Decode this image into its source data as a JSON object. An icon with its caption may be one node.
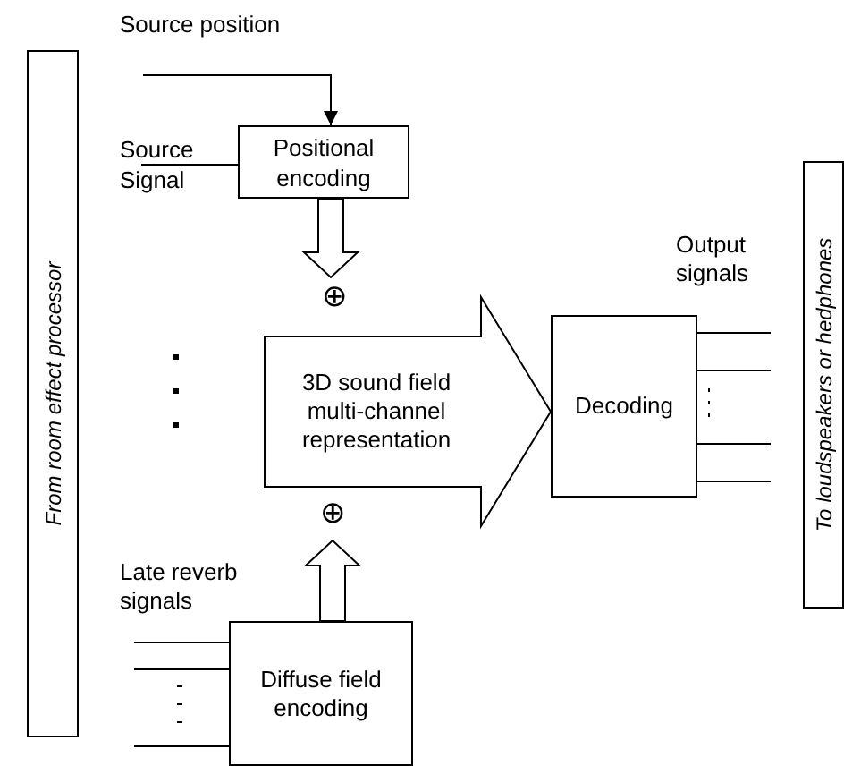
{
  "diagram": {
    "nodes": [
      {
        "text": [
          "From room effect processor"
        ]
      },
      {
        "text": [
          "To loudspeakers or hedphones"
        ]
      },
      {
        "text": [
          "Positional encoding"
        ]
      },
      {
        "text": [
          "⊕"
        ]
      },
      {
        "text": [
          "3D sound field multi-channel representation"
        ]
      },
      {
        "text": [
          "Decoding"
        ]
      },
      {
        "text": [
          "⊕"
        ]
      },
      {
        "text": [
          "Diffuse field encoding"
        ]
      },
      {
        "text": [
          "Source Signal"
        ]
      }
    ],
    "edges": [
      {
        "from": null,
        "to": 2,
        "arrow": "to"
      },
      {
        "from": 8,
        "to": 2,
        "arrow": "none"
      },
      {
        "from": 2,
        "to": 3,
        "arrow": "to",
        "style": "thick"
      },
      {
        "from": 7,
        "to": 6,
        "arrow": "to",
        "style": "thick"
      },
      {
        "from": 5,
        "to": null,
        "arrow": "none"
      },
      {
        "from": 5,
        "to": null,
        "arrow": "none"
      },
      {
        "from": 5,
        "to": null,
        "arrow": "none"
      },
      {
        "from": 5,
        "to": null,
        "arrow": "none"
      },
      {
        "from": null,
        "to": 7,
        "arrow": "none"
      },
      {
        "from": null,
        "to": 7,
        "arrow": "none"
      },
      {
        "from": null,
        "to": 7,
        "arrow": "none"
      }
    ],
    "labels": [
      "Source position",
      "Output signals",
      "Late reverb signals"
    ]
  }
}
